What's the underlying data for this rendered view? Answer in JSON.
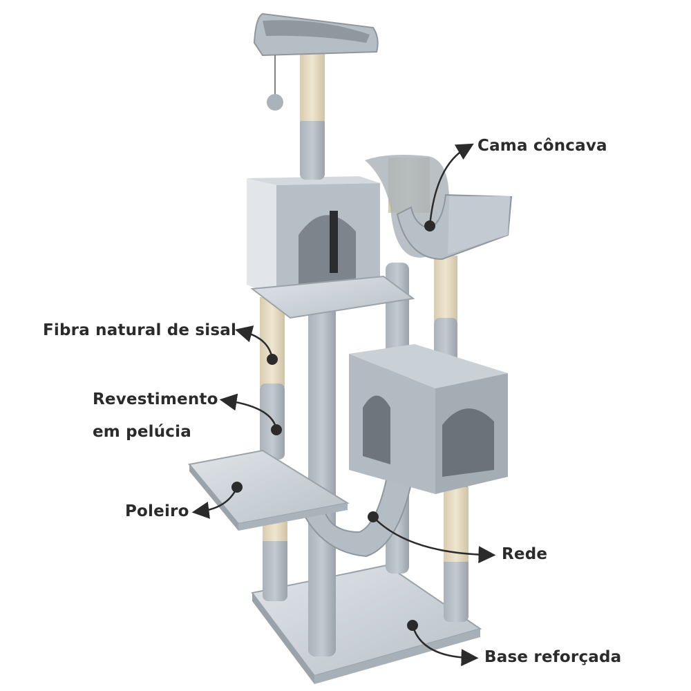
{
  "image": {
    "subject": "Cat tree with annotated features",
    "background_color": "#ffffff",
    "colors": {
      "plush": "#b9c0c7",
      "plush_light": "#d6dbe0",
      "plush_dark": "#8e969e",
      "sisal": "#e6dcc4",
      "label_text": "#2b2b2b",
      "arrow": "#2b2b2b"
    }
  },
  "annotations": [
    {
      "id": "cama",
      "text": "Cama côncava"
    },
    {
      "id": "sisal",
      "text": "Fibra natural de sisal"
    },
    {
      "id": "revestimento_l1",
      "text": "Revestimento"
    },
    {
      "id": "revestimento_l2",
      "text": "em pelúcia"
    },
    {
      "id": "poleiro",
      "text": "Poleiro"
    },
    {
      "id": "rede",
      "text": "Rede"
    },
    {
      "id": "base",
      "text": "Base reforçada"
    }
  ]
}
